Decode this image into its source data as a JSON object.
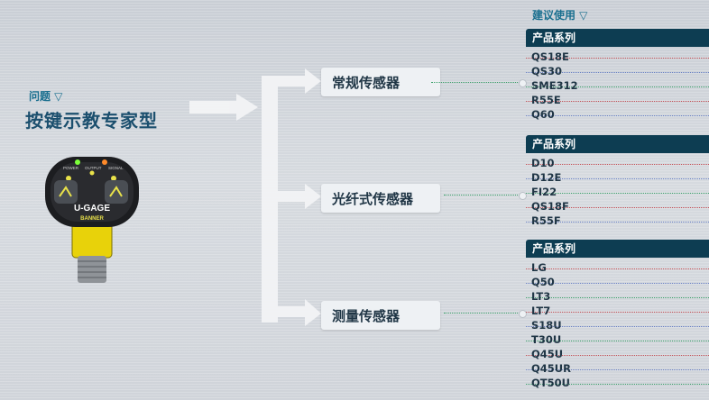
{
  "question": {
    "label": "问题 ▽",
    "title": "按键示教专家型"
  },
  "recommend_label": "建议使用 ▽",
  "product": {
    "brand": "U-GAGE",
    "maker": "BANNER",
    "top_labels": [
      "POWER",
      "OUTPUT",
      "SIGNAL"
    ]
  },
  "sensors": [
    {
      "label": "常规传感器"
    },
    {
      "label": "光纤式传感器"
    },
    {
      "label": "测量传感器"
    }
  ],
  "groups": [
    {
      "header": "产品系列",
      "items": [
        "QS18E",
        "QS30",
        "SME312",
        "R55E",
        "Q60"
      ]
    },
    {
      "header": "产品系列",
      "items": [
        "D10",
        "D12E",
        "FI22",
        "QS18F",
        "R55F"
      ]
    },
    {
      "header": "产品系列",
      "items": [
        "LG",
        "Q50",
        "LT3",
        "LT7",
        "S18U",
        "T30U",
        "Q45U",
        "Q45UR",
        "QT50U"
      ]
    }
  ],
  "colors": {
    "header_bg": "#0d3d52",
    "accent_text": "#1a6f8f",
    "title_text": "#1b4f6e",
    "arrow": "#f3f4f6"
  }
}
